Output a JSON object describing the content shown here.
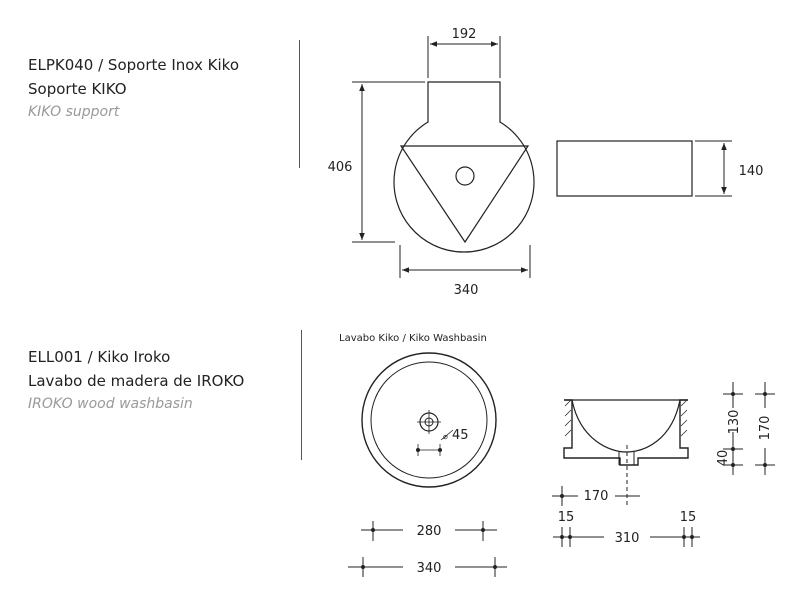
{
  "support": {
    "code_line": "ELPK040 / Soporte Inox Kiko",
    "name_es": "Soporte KIKO",
    "name_en": "KIKO support",
    "dims": {
      "width_top": "192",
      "height": "406",
      "width": "340",
      "depth": "140"
    }
  },
  "basin": {
    "code_line": "ELL001 / Kiko Iroko",
    "name_es": "Lavabo de madera de IROKO",
    "name_en": "IROKO wood washbasin",
    "caption": "Lavabo Kiko / Kiko Washbasin",
    "dims": {
      "hole": "45",
      "inner_diameter": "280",
      "outer_diameter": "340",
      "depth_inner": "130",
      "height_total": "170",
      "base_height": "40",
      "half_width": "170",
      "rim_left": "15",
      "base_width": "310",
      "rim_right": "15"
    }
  }
}
